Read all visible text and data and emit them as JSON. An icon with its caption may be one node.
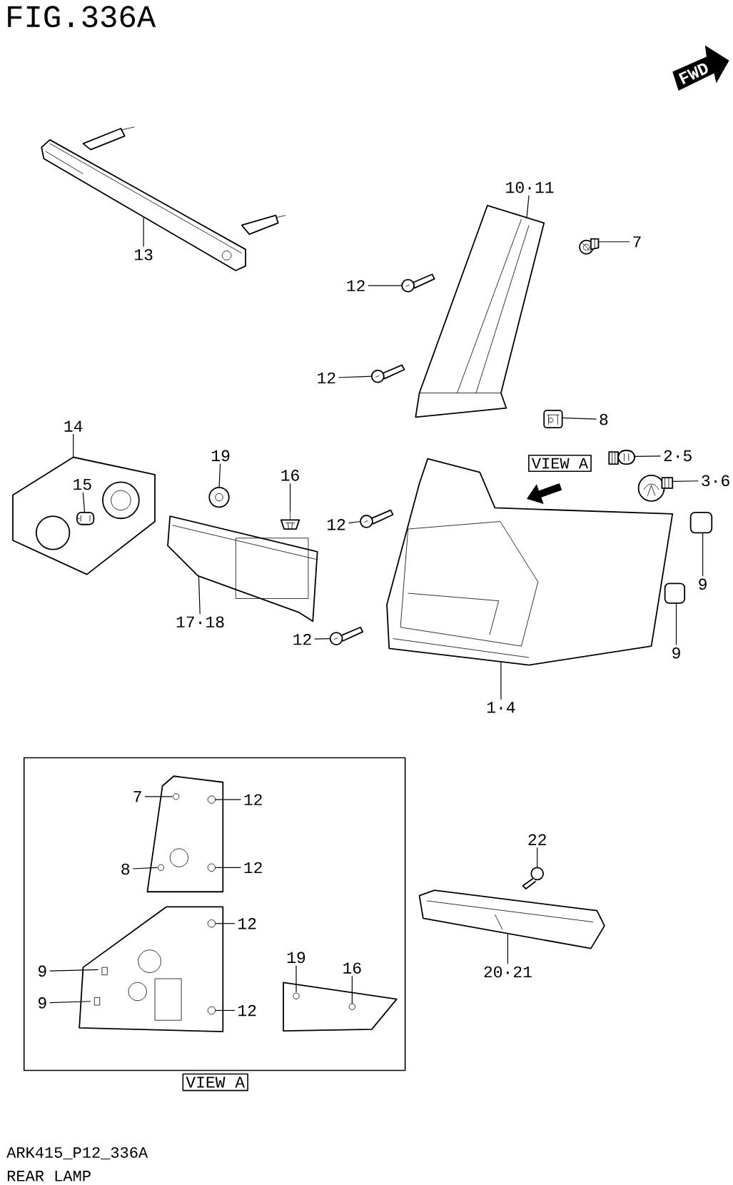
{
  "diagram": {
    "title": "FIG.336A",
    "nodes": [
      {
        "text": [
          "10·11"
        ]
      },
      {
        "text": [
          "7"
        ]
      },
      {
        "text": [
          "13"
        ]
      },
      {
        "text": [
          "12"
        ]
      },
      {
        "text": [
          "12"
        ]
      },
      {
        "text": [
          "8"
        ]
      },
      {
        "text": [
          "2·5"
        ]
      },
      {
        "text": [
          "3·6"
        ]
      },
      {
        "text": [
          "14"
        ]
      },
      {
        "text": [
          "15"
        ],
        "in": 39
      },
      {
        "text": [
          "19"
        ]
      },
      {
        "text": [
          "16"
        ]
      },
      {
        "text": [
          "12"
        ]
      },
      {
        "text": [
          "9"
        ]
      },
      {
        "text": [
          "9"
        ]
      },
      {
        "text": [
          "17·18"
        ]
      },
      {
        "text": [
          "12"
        ]
      },
      {
        "text": [
          "1·4"
        ]
      },
      {
        "text": [
          "VIEW A"
        ]
      },
      {
        "text": [
          "7"
        ],
        "in": 18
      },
      {
        "text": [
          "12"
        ],
        "in": 18
      },
      {
        "text": [
          "8"
        ],
        "in": 18
      },
      {
        "text": [
          "12"
        ],
        "in": 18
      },
      {
        "text": [
          "12"
        ],
        "in": 18
      },
      {
        "text": [
          "9"
        ],
        "in": 18
      },
      {
        "text": [
          "9"
        ],
        "in": 18
      },
      {
        "text": [
          "19"
        ],
        "in": 18
      },
      {
        "text": [
          "16"
        ],
        "in": 18
      },
      {
        "text": [
          "12"
        ],
        "in": 18
      },
      {
        "text": [
          "22"
        ]
      },
      {
        "text": [
          "20·21"
        ]
      },
      {
        "text": [],
        "shape": "picture"
      },
      {
        "text": [],
        "shape": "picture"
      },
      {
        "text": [],
        "shape": "picture"
      },
      {
        "text": [],
        "shape": "picture"
      },
      {
        "text": [],
        "shape": "picture"
      },
      {
        "text": [],
        "shape": "picture"
      },
      {
        "text": [],
        "shape": "picture"
      },
      {
        "text": [],
        "shape": "picture"
      },
      {
        "text": [],
        "shape": "picture"
      },
      {
        "text": [],
        "shape": "picture",
        "in": 39
      },
      {
        "text": [],
        "shape": "picture"
      },
      {
        "text": [],
        "shape": "picture"
      },
      {
        "text": [],
        "shape": "picture"
      },
      {
        "text": [],
        "shape": "picture"
      },
      {
        "text": [],
        "shape": "picture"
      },
      {
        "text": [],
        "shape": "picture"
      },
      {
        "text": [],
        "shape": "picture"
      },
      {
        "text": [],
        "shape": "picture"
      },
      {
        "text": [],
        "shape": "picture",
        "in": 18
      },
      {
        "text": [],
        "shape": "picture",
        "in": 18
      },
      {
        "text": [],
        "shape": "picture",
        "in": 18
      },
      {
        "text": [],
        "shape": "picture"
      },
      {
        "text": [],
        "shape": "picture"
      }
    ],
    "edges": [
      {
        "from": 0,
        "to": 32,
        "arrow": "none"
      },
      {
        "from": 1,
        "to": 35,
        "arrow": "none"
      },
      {
        "from": 2,
        "to": 31,
        "arrow": "none"
      },
      {
        "from": 3,
        "to": 33,
        "arrow": "none"
      },
      {
        "from": 4,
        "to": 34,
        "arrow": "none"
      },
      {
        "from": 5,
        "to": 36,
        "arrow": "none"
      },
      {
        "from": 6,
        "to": 37,
        "arrow": "none"
      },
      {
        "from": 7,
        "to": 38,
        "arrow": "none"
      },
      {
        "from": 8,
        "to": 39,
        "arrow": "none"
      },
      {
        "from": 9,
        "to": 40,
        "arrow": "none"
      },
      {
        "from": 10,
        "to": 41,
        "arrow": "none"
      },
      {
        "from": 11,
        "to": 42,
        "arrow": "none"
      },
      {
        "from": 12,
        "to": 43,
        "arrow": "none"
      },
      {
        "from": 13,
        "to": 44,
        "arrow": "none"
      },
      {
        "from": 14,
        "to": 45,
        "arrow": "none"
      },
      {
        "from": 15,
        "to": 46,
        "arrow": "none"
      },
      {
        "from": 16,
        "to": 47,
        "arrow": "none"
      },
      {
        "from": 17,
        "to": 48,
        "arrow": "none"
      },
      {
        "from": 19,
        "to": 49,
        "arrow": "none"
      },
      {
        "from": 20,
        "to": 49,
        "arrow": "none"
      },
      {
        "from": 21,
        "to": 49,
        "arrow": "none"
      },
      {
        "from": 22,
        "to": 49,
        "arrow": "none"
      },
      {
        "from": 23,
        "to": 50,
        "arrow": "none"
      },
      {
        "from": 24,
        "to": 50,
        "arrow": "none"
      },
      {
        "from": 25,
        "to": 50,
        "arrow": "none"
      },
      {
        "from": 26,
        "to": 51,
        "arrow": "none"
      },
      {
        "from": 27,
        "to": 51,
        "arrow": "none"
      },
      {
        "from": 28,
        "to": 50,
        "arrow": "none"
      },
      {
        "from": 29,
        "to": 52,
        "arrow": "none"
      },
      {
        "from": 30,
        "to": 53,
        "arrow": "none"
      }
    ],
    "labels": [
      "FWD",
      "VIEW A",
      "ARK415_P12_336A",
      "REAR LAMP"
    ]
  }
}
